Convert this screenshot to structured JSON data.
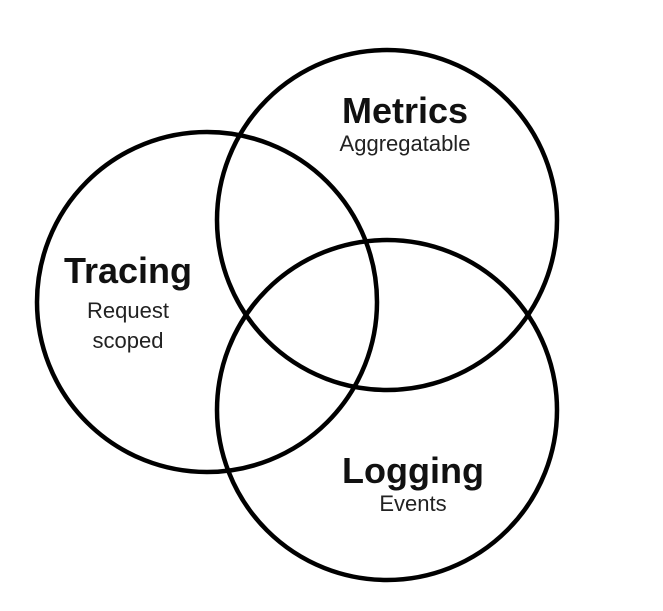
{
  "diagram": {
    "sets": [
      {
        "id": "metrics",
        "title": "Metrics",
        "subtitle_lines": [
          "Aggregatable"
        ]
      },
      {
        "id": "tracing",
        "title": "Tracing",
        "subtitle_lines": [
          "Request",
          "scoped"
        ]
      },
      {
        "id": "logging",
        "title": "Logging",
        "subtitle_lines": [
          "Events"
        ]
      }
    ],
    "stroke_color": "#000000",
    "background_color": "#ffffff"
  }
}
